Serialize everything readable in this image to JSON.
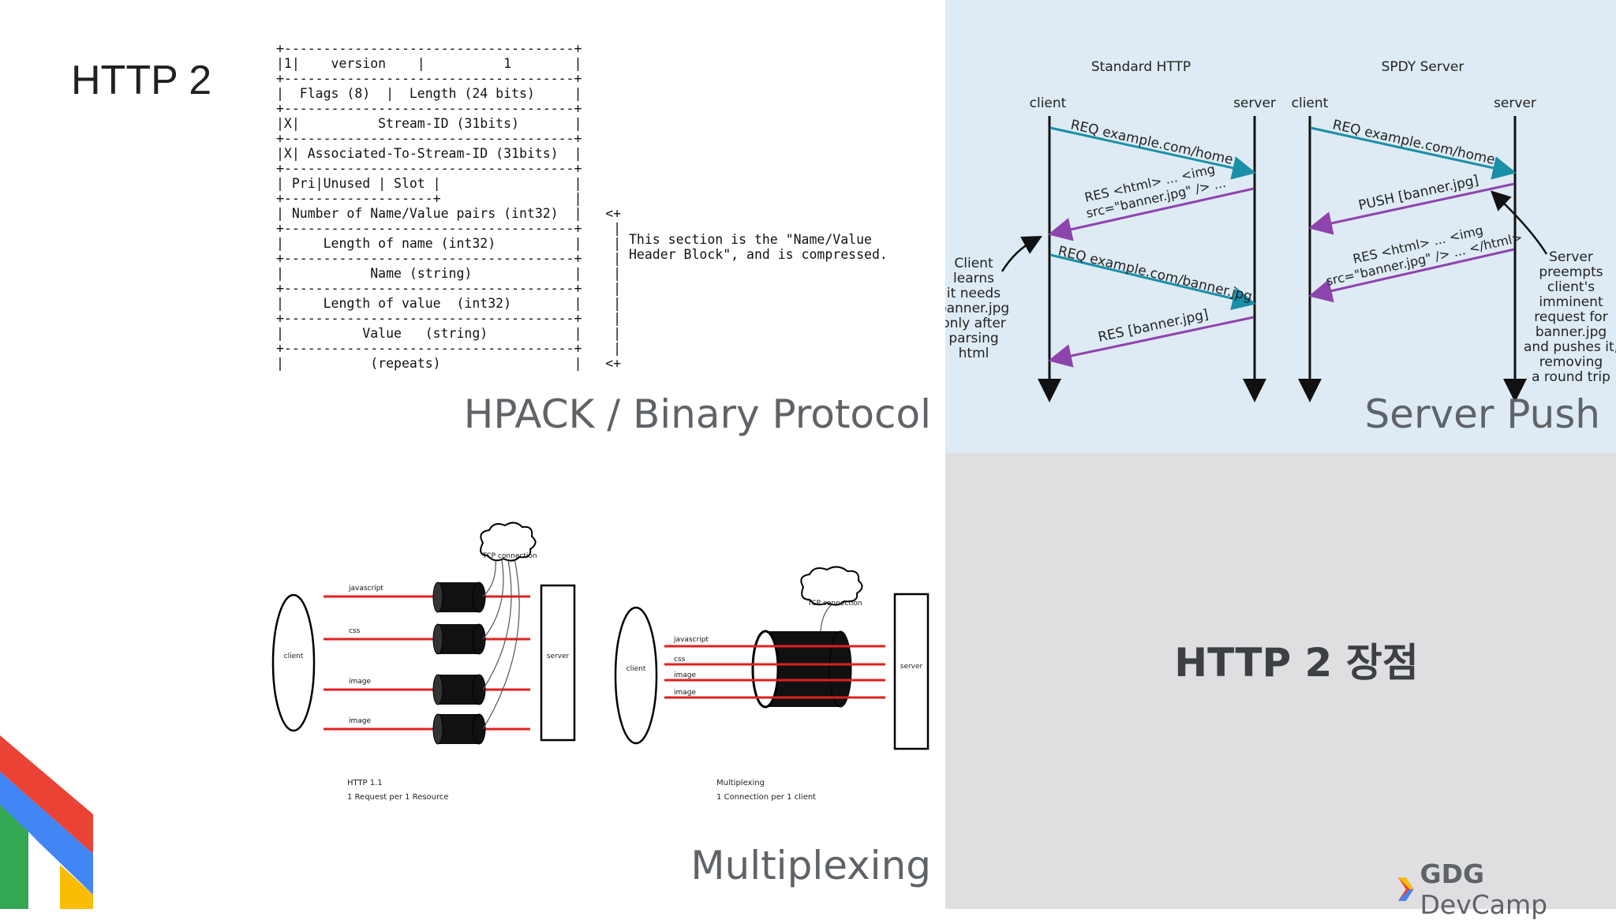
{
  "slide": {
    "title": "HTTP 2"
  },
  "hpack": {
    "frame_lines": [
      "+-------------------------------------+",
      "|1|    version    |          1        |",
      "+-------------------------------------+",
      "|  Flags (8)  |  Length (24 bits)     |",
      "+-------------------------------------+",
      "|X|          Stream-ID (31bits)       |",
      "+-------------------------------------+",
      "|X| Associated-To-Stream-ID (31bits)  |",
      "+-------------------------------------+",
      "| Pri|Unused | Slot |                 |",
      "+-------------------+                 |",
      "| Number of Name/Value pairs (int32)  |   <+",
      "+-------------------------------------+    |",
      "|     Length of name (int32)          |    |",
      "+-------------------------------------+    |",
      "|           Name (string)             |    |",
      "+-------------------------------------+    |",
      "|     Length of value  (int32)        |    |",
      "+-------------------------------------+    |",
      "|          Value   (string)           |    |",
      "+-------------------------------------+    |",
      "|           (repeats)                 |   <+"
    ],
    "note_lines": [
      "This section is the \"Name/Value",
      "Header Block\", and is compressed."
    ],
    "caption": "HPACK / Binary Protocol"
  },
  "multiplexing": {
    "caption": "Multiplexing",
    "http11": {
      "client": "client",
      "server": "server",
      "tcp": "TCP connection",
      "resources": [
        "javascript",
        "css",
        "image",
        "image"
      ],
      "footer_title": "HTTP 1.1",
      "footer_sub": "1 Request per 1 Resource"
    },
    "mux": {
      "client": "client",
      "server": "server",
      "tcp": "TCP connection",
      "resources": [
        "javascript",
        "css",
        "image",
        "image"
      ],
      "footer_title": "Multiplexing",
      "footer_sub": "1 Connection per 1 client"
    }
  },
  "server_push": {
    "caption": "Server Push",
    "standard": {
      "title": "Standard HTTP",
      "client": "client",
      "server": "server",
      "msg1": "REQ example.com/home",
      "msg2a": "RES <html> ... <img",
      "msg2b": "src=\"banner.jpg\" /> ...",
      "msg3": "REQ example.com/banner.jpg",
      "msg4": "RES [banner.jpg]",
      "note": [
        "Client",
        "learns",
        "it needs",
        "banner.jpg",
        "only after",
        "parsing",
        "html"
      ]
    },
    "spdy": {
      "title": "SPDY Server",
      "client": "client",
      "server": "server",
      "msg1": "REQ example.com/home",
      "msg2": "PUSH [banner.jpg]",
      "msg3a": "RES <html> ... <img",
      "msg3b": "src=\"banner.jpg\" /> ... </html>",
      "note": [
        "Server",
        "preempts",
        "client's",
        "imminent",
        "request for",
        "banner.jpg",
        "and pushes it,",
        "removing",
        "a round trip"
      ]
    },
    "colors": {
      "request": "#1a8fa8",
      "response": "#8e44ad",
      "panel": "#deebf4"
    }
  },
  "advantages": {
    "title": "HTTP 2 장점"
  },
  "brand": {
    "name_bold": "GDG",
    "name_rest": "DevCamp"
  }
}
